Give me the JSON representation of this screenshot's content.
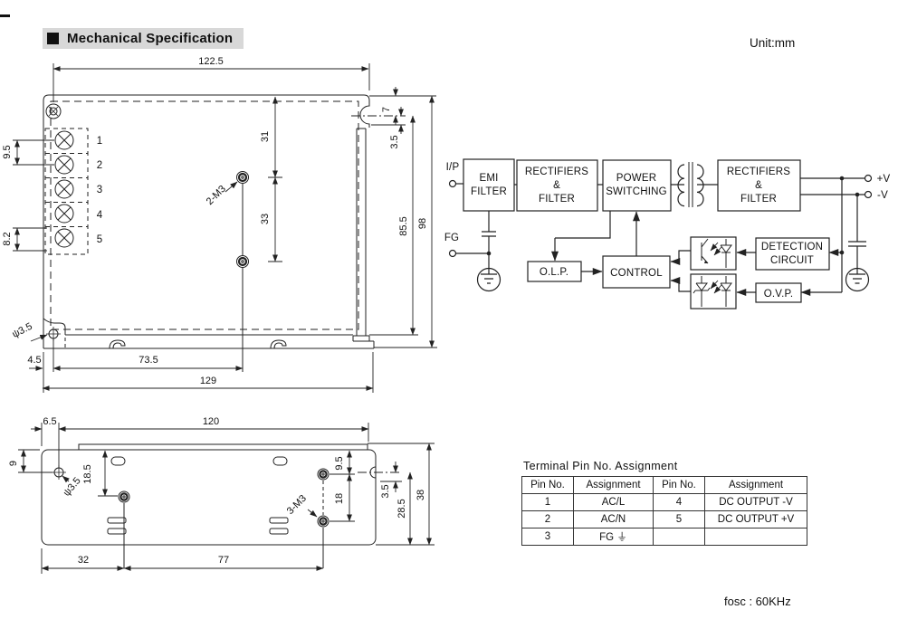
{
  "page": {
    "header": {
      "title": "Mechanical Specification",
      "unit_label": "Unit:mm"
    },
    "footer": {
      "fosc_label": "fosc : 60KHz"
    }
  },
  "top_view": {
    "dims": {
      "overall_width": "122.5",
      "pin_pitch": "9.5",
      "pin5_offset": "8.2",
      "hole_from_top": "31",
      "hole_spacing": "33",
      "mounting_holes": "2-M3",
      "bracket_top": "7",
      "bracket_offset": "3.5",
      "bracket_height": "85.5",
      "overall_height": "98",
      "side_hole_dia": "ψ3.5",
      "hole_offset_left": "4.5",
      "hole_span_bottom": "73.5",
      "overall_length": "129"
    },
    "pins": [
      "1",
      "2",
      "3",
      "4",
      "5"
    ]
  },
  "bottom_view": {
    "dims": {
      "hole_offset_left": "6.5",
      "top_width": "120",
      "hole_from_top": "9",
      "hole_dia": "ψ3.5",
      "hole1_from_top": "18.5",
      "mounting_holes": "3-M3",
      "hole_top_offset": "9.5",
      "hole_spacing_right": "18",
      "notch_offset": "3.5",
      "hole_bottom_offset": "28.5",
      "overall_depth": "38",
      "hole1_from_left": "32",
      "hole_span_bottom": "77"
    }
  },
  "block_diagram": {
    "labels": {
      "input": "I/P",
      "ground": "FG",
      "out_pos": "+V",
      "out_neg": "-V"
    },
    "blocks": {
      "emi": [
        "EMI",
        "FILTER"
      ],
      "rectifiers_input": [
        "RECTIFIERS",
        "&",
        "FILTER"
      ],
      "power_switching": [
        "POWER",
        "SWITCHING"
      ],
      "rectifiers_output": [
        "RECTIFIERS",
        "&",
        "FILTER"
      ],
      "olp": [
        "O.L.P."
      ],
      "control": [
        "CONTROL"
      ],
      "detection": [
        "DETECTION",
        "CIRCUIT"
      ],
      "ovp": [
        "O.V.P."
      ]
    }
  },
  "pin_table": {
    "title": "Terminal Pin No.  Assignment",
    "headers": [
      "Pin No.",
      "Assignment",
      "Pin No.",
      "Assignment"
    ],
    "rows": [
      [
        "1",
        "AC/L",
        "4",
        "DC OUTPUT -V"
      ],
      [
        "2",
        "AC/N",
        "5",
        "DC OUTPUT +V"
      ],
      [
        "3",
        "FG ⏚",
        "",
        ""
      ]
    ]
  }
}
